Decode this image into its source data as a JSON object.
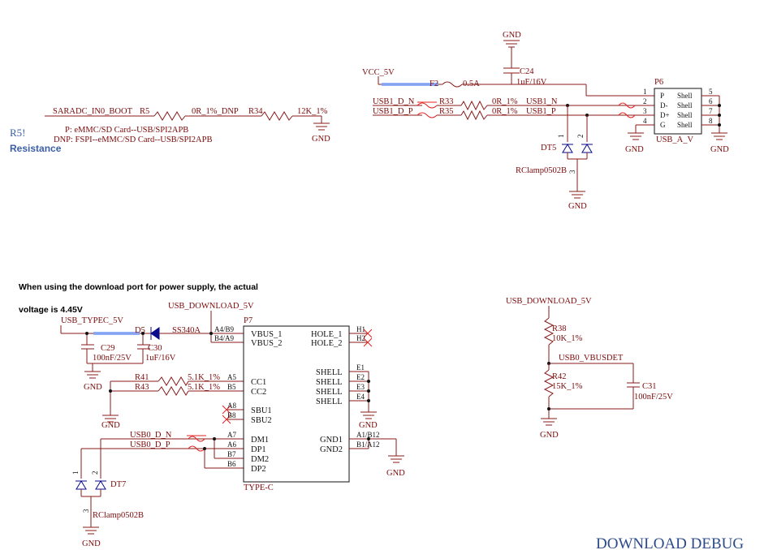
{
  "title": "DOWNLOAD  DEBUG",
  "left_fragment": {
    "ref": "R5!",
    "text": "Resistance"
  },
  "boot": {
    "net": "SARADC_IN0_BOOT",
    "r5": "R5",
    "r5_val": "0R_1%_DNP",
    "r34": "R34",
    "r34_val": "12K_1%",
    "gnd": "GND",
    "note1": "P: eMMC/SD Card--USB/SPI2APB",
    "note2": "DNP: FSPI--eMMC/SD Card--USB/SPI2APB"
  },
  "usb_a": {
    "vcc": "VCC_5V",
    "f2": "F2",
    "f2_val": "0.5A",
    "gnd": "GND",
    "c24": "C24",
    "c24_val": "1uF/16V",
    "dn_net": "USB1_D_N",
    "dp_net": "USB1_D_P",
    "r33": "R33",
    "r33_val": "0R_1%",
    "r35": "R35",
    "r35_val": "0R_1%",
    "dn_net2": "USB1_N",
    "dp_net2": "USB1_P",
    "conn": "P6",
    "conn_part": "USB_A_V",
    "pins_left": [
      "1",
      "2",
      "3",
      "4"
    ],
    "pins_left_names": [
      "P",
      "D-",
      "D+",
      "G"
    ],
    "pins_right_names": [
      "Shell",
      "Shell",
      "Shell",
      "Shell"
    ],
    "pins_right": [
      "5",
      "6",
      "7",
      "8"
    ],
    "dt5": "DT5",
    "dt5_part": "RClamp0502B",
    "dt5_pins": [
      "1",
      "2",
      "3"
    ]
  },
  "note": {
    "line1": "When using the download port for power supply, the actual",
    "line2": "voltage is 4.45V"
  },
  "typec": {
    "net_5v": "USB_TYPEC_5V",
    "dl_5v": "USB_DOWNLOAD_5V",
    "d5": "D5",
    "d5_part": "SS340A",
    "c29": "C29",
    "c29_val": "100nF/25V",
    "c30": "C30",
    "c30_val": "1uF/16V",
    "gnd": "GND",
    "r41": "R41",
    "r41_val": "5.1K_1%",
    "r43": "R43",
    "r43_val": "5.1K_1%",
    "dn_net": "USB0_D_N",
    "dp_net": "USB0_D_P",
    "conn": "P7",
    "conn_part": "TYPE-C",
    "left_pins": [
      "A4/B9",
      "B4/A9",
      "A5",
      "B5",
      "A8",
      "B8",
      "A7",
      "A6",
      "B7",
      "B6"
    ],
    "left_names": [
      "VBUS_1",
      "VBUS_2",
      "CC1",
      "CC2",
      "SBU1",
      "SBU2",
      "DM1",
      "DP1",
      "DM2",
      "DP2"
    ],
    "right_names": [
      "HOLE_1",
      "HOLE_2",
      "SHELL",
      "SHELL",
      "SHELL",
      "SHELL",
      "GND1",
      "GND2"
    ],
    "right_pins": [
      "H1",
      "H2",
      "E1",
      "E2",
      "E3",
      "E4",
      "A1/B12",
      "B1/A12"
    ],
    "dt7": "DT7",
    "dt7_part": "RClamp0502B",
    "dt7_pins": [
      "1",
      "2",
      "3"
    ]
  },
  "vbusdet": {
    "net": "USB_DOWNLOAD_5V",
    "r38": "R38",
    "r38_val": "10K_1%",
    "det": "USB0_VBUSDET",
    "r42": "R42",
    "r42_val": "15K_1%",
    "c31": "C31",
    "c31_val": "100nF/25V",
    "gnd": "GND"
  }
}
